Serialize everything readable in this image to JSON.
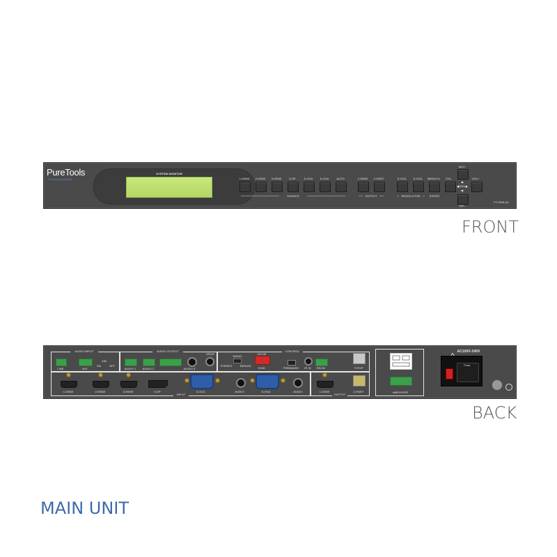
{
  "captions": {
    "front": "FRONT",
    "back": "BACK",
    "main_unit": "MAIN UNIT"
  },
  "front": {
    "brand": "PureTools",
    "brand_sub": "Professional Media",
    "display_label": "SYSTEM MONITOR",
    "model": "PT-PMS-62",
    "source_buttons": [
      "1-HDMI",
      "2-HDMI",
      "3-HDMI",
      "4-DP",
      "5-VGA",
      "6-VGA",
      "AUTO"
    ],
    "source_group": "SOURCE",
    "output_buttons": [
      "1-HDMI",
      "2-HDBT"
    ],
    "output_group": "OUTPUT",
    "resolution_buttons": [
      "5-VGA",
      "6-VGA"
    ],
    "resolution_group": "RESOLUTION",
    "menu_button": "MENU/Tx",
    "enter_label": "ENTER",
    "vol_minus": "VOL-",
    "vol_plus": "VOL+",
    "mic_plus": "MIC+",
    "mic_minus": "MIC-",
    "menu_center": "MENU"
  },
  "back": {
    "audio_input": "AUDIO INPUT",
    "line": "LINE",
    "mic": "MIC",
    "v48": "48V",
    "on": "ON",
    "off": "OFF",
    "audio_output": "AUDIO OUTPUT",
    "audio1": "AUDIO 1",
    "audio2": "AUDIO 2",
    "audio3": "AUDIO 3",
    "spdif": "SPDIF",
    "control": "CONTROL",
    "mono": "MONO",
    "stereo": "STEREO",
    "bridge": "BRIDGE",
    "on_dip": "ON DE",
    "edid": "EDID",
    "firmware": "FIRMWARE",
    "ir_in": "IR IN",
    "rs232": "RS232",
    "tcpip": "TCP/IP",
    "hdmi1": "1-HDMI",
    "hdmi2": "2-HDMI",
    "hdmi3": "3-HDMI",
    "dp4": "4-DP",
    "vga5": "5-VGA",
    "vga6": "6-VGA",
    "audio": "AUDIO",
    "input": "INPUT",
    "out_hdmi": "1-HDMI",
    "output": "OUTPUT",
    "hdbt": "2-HDBT",
    "amplifier": "AMPLIFIER",
    "power_rating": "AC100V-240V",
    "fuse": "Fuse"
  }
}
